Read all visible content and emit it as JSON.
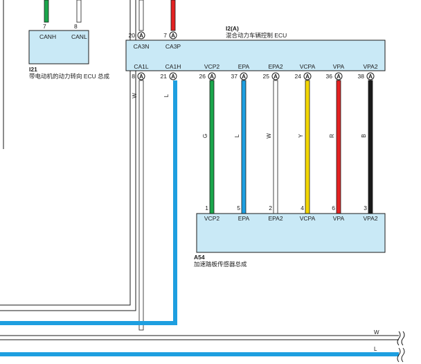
{
  "components": {
    "i21": {
      "id": "I21",
      "name": "带电动机的动力转向 ECU 总成",
      "pins": [
        {
          "num": "7",
          "signal": "CANH"
        },
        {
          "num": "8",
          "signal": "CANL"
        }
      ]
    },
    "i2": {
      "id": "I2(A)",
      "name": "混合动力车辆控制 ECU",
      "top_pins": [
        {
          "num": "20",
          "conn": "A",
          "signal": "CA3N"
        },
        {
          "num": "7",
          "conn": "A",
          "signal": "CA3P"
        }
      ],
      "bottom_pins": [
        {
          "num": "8",
          "conn": "A",
          "signal": "CA1L"
        },
        {
          "num": "21",
          "conn": "A",
          "signal": "CA1H"
        },
        {
          "num": "26",
          "conn": "A",
          "signal": "VCP2"
        },
        {
          "num": "37",
          "conn": "A",
          "signal": "EPA"
        },
        {
          "num": "25",
          "conn": "A",
          "signal": "EPA2"
        },
        {
          "num": "24",
          "conn": "A",
          "signal": "VCPA"
        },
        {
          "num": "36",
          "conn": "A",
          "signal": "VPA"
        },
        {
          "num": "38",
          "conn": "A",
          "signal": "VPA2"
        }
      ]
    },
    "a54": {
      "id": "A54",
      "name": "加速踏板传感器总成",
      "pins": [
        {
          "num": "1",
          "signal": "VCP2"
        },
        {
          "num": "5",
          "signal": "EPA"
        },
        {
          "num": "2",
          "signal": "EPA2"
        },
        {
          "num": "4",
          "signal": "VCPA"
        },
        {
          "num": "6",
          "signal": "VPA"
        },
        {
          "num": "3",
          "signal": "VPA2"
        }
      ]
    }
  },
  "wires": [
    {
      "code": "W",
      "color": "#ffffff"
    },
    {
      "code": "L",
      "color": "#1e9fe0"
    },
    {
      "code": "G",
      "color": "#1aa64b"
    },
    {
      "code": "L",
      "color": "#1e9fe0"
    },
    {
      "code": "W",
      "color": "#ffffff"
    },
    {
      "code": "Y",
      "color": "#f2d600"
    },
    {
      "code": "R",
      "color": "#e32222"
    },
    {
      "code": "B",
      "color": "#1a1a1a"
    }
  ],
  "bus_labels": [
    "W",
    "L"
  ],
  "colors": {
    "box_fill": "#c9e9f6",
    "outline": "#1a1a1a",
    "green": "#1aa64b",
    "red": "#e32222",
    "blue": "#1e9fe0"
  }
}
